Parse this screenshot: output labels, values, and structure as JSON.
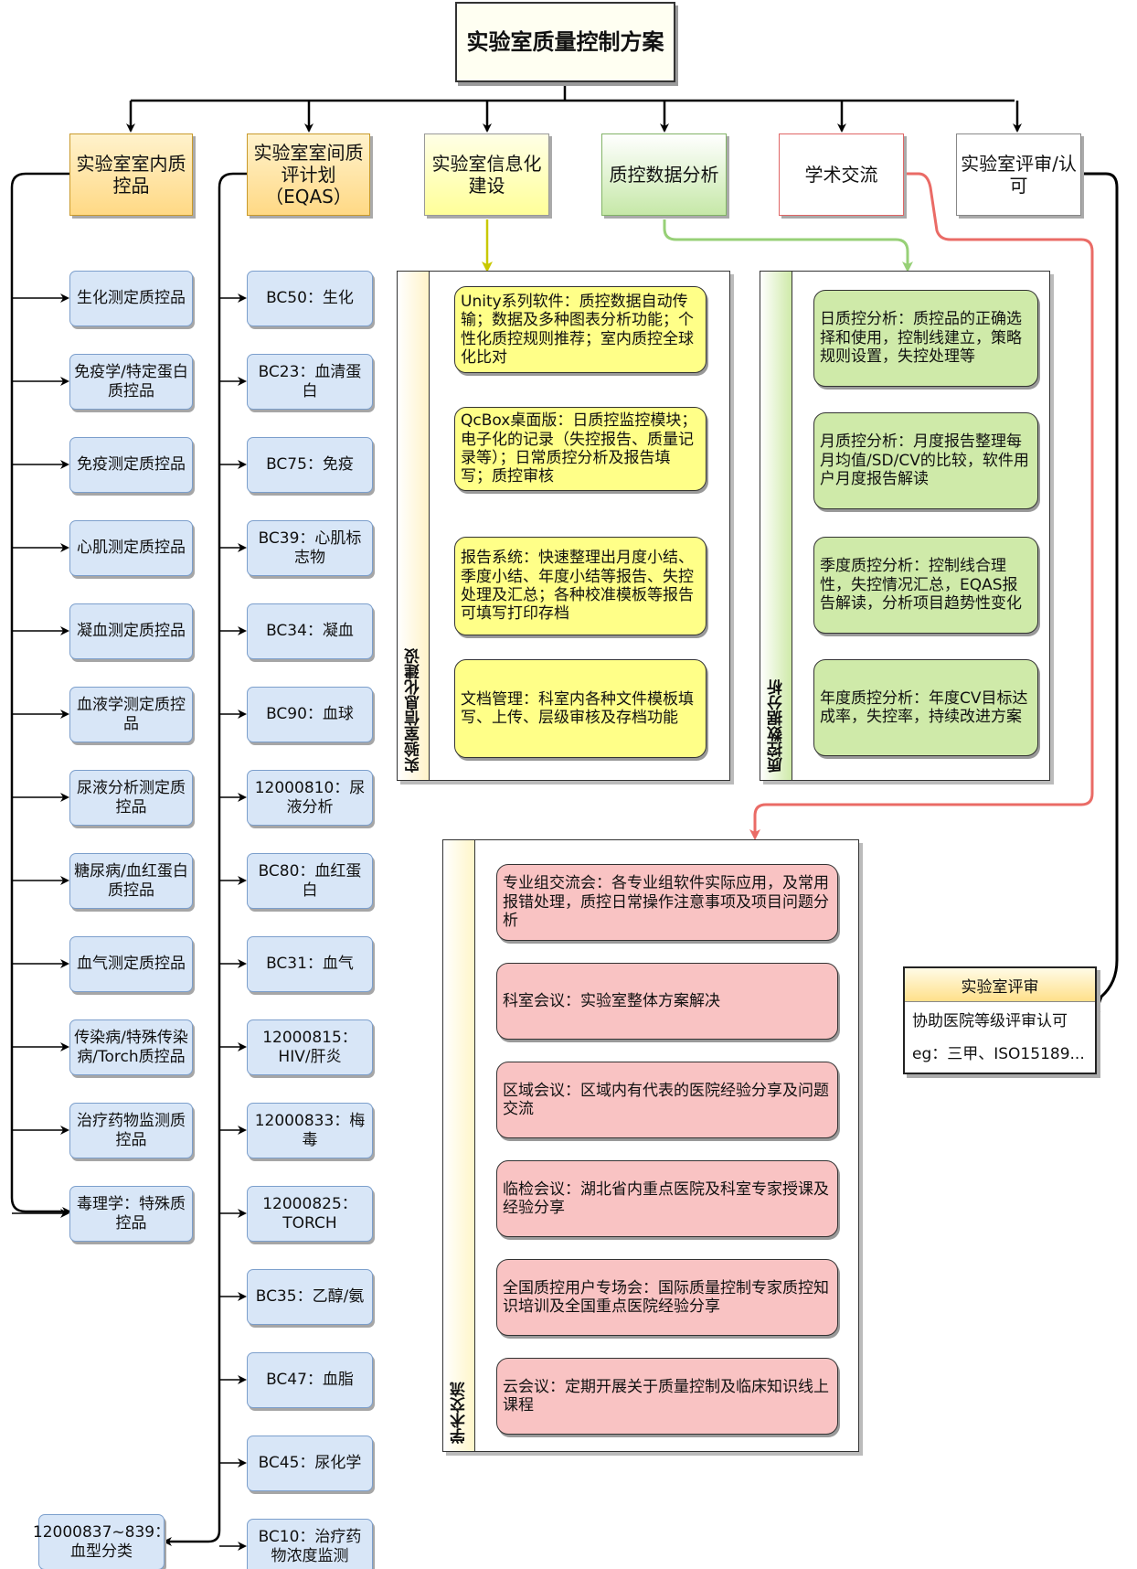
{
  "root": "实验室质量控制方案",
  "categories": {
    "iqc": "实验室室内质控品",
    "eqas": "实验室室间质评计划（EQAS）",
    "info": "实验室信息化建设",
    "analysis": "质控数据分析",
    "academic": "学术交流",
    "review": "实验室评审/认可"
  },
  "iqc_items": [
    "生化测定质控品",
    "免疫学/特定蛋白质控品",
    "免疫测定质控品",
    "心肌测定质控品",
    "凝血测定质控品",
    "血液学测定质控品",
    "尿液分析测定质控品",
    "糖尿病/血红蛋白质控品",
    "血气测定质控品",
    "传染病/特殊传染病/Torch质控品",
    "治疗药物监测质控品",
    "毒理学：特殊质控品"
  ],
  "eqas_items": [
    "BC50：生化",
    "BC23：血清蛋白",
    "BC75：免疫",
    "BC39：心肌标志物",
    "BC34：凝血",
    "BC90：血球",
    "12000810：尿液分析",
    "BC80：血红蛋白",
    "BC31：血气",
    "12000815：HIV/肝炎",
    "12000833：梅毒",
    "12000825：TORCH",
    "BC35：乙醇/氨",
    "BC47：血脂",
    "BC45：尿化学",
    "BC10：治疗药物浓度监测"
  ],
  "eqas_extra": "12000837~839：血型分类",
  "info_panel": {
    "title": "实验室信息化建设",
    "items": [
      "Unity系列软件：质控数据自动传输；数据及多种图表分析功能；个性化质控规则推荐；室内质控全球化比对",
      "QcBox桌面版：日质控监控模块；电子化的记录（失控报告、质量记录等）；日常质控分析及报告填写；质控审核",
      "报告系统：快速整理出月度小结、季度小结、年度小结等报告、失控处理及汇总；各种校准模板等报告可填写打印存档",
      "文档管理：科室内各种文件模板填写、上传、层级审核及存档功能"
    ]
  },
  "analysis_panel": {
    "title": "质控数据分析",
    "items": [
      "日质控分析：质控品的正确选择和使用，控制线建立，策略规则设置，失控处理等",
      "月质控分析：月度报告整理每月均值/SD/CV的比较，软件用户月度报告解读",
      "季度质控分析：控制线合理性，失控情况汇总，EQAS报告解读，分析项目趋势性变化",
      "年度质控分析：年度CV目标达成率，失控率，持续改进方案"
    ]
  },
  "academic_panel": {
    "title": "学术交流",
    "items": [
      "专业组交流会：各专业组软件实际应用，及常用报错处理，质控日常操作注意事项及项目问题分析",
      "科室会议：实验室整体方案解决",
      "区域会议：区域内有代表的医院经验分享及问题交流",
      "临检会议：湖北省内重点医院及科室专家授课及经验分享",
      "全国质控用户专场会：国际质量控制专家质控知识培训及全国重点医院经验分享",
      "云会议：定期开展关于质量控制及临床知识线上课程"
    ]
  },
  "review_box": {
    "title": "实验室评审",
    "lines": [
      "协助医院等级评审认可",
      "eg：三甲、ISO15189..."
    ]
  },
  "colors": {
    "info_arrow": "#c8c800",
    "analysis_arrow": "#97d077",
    "academic_arrow": "#ea6b66",
    "line": "#000000"
  }
}
